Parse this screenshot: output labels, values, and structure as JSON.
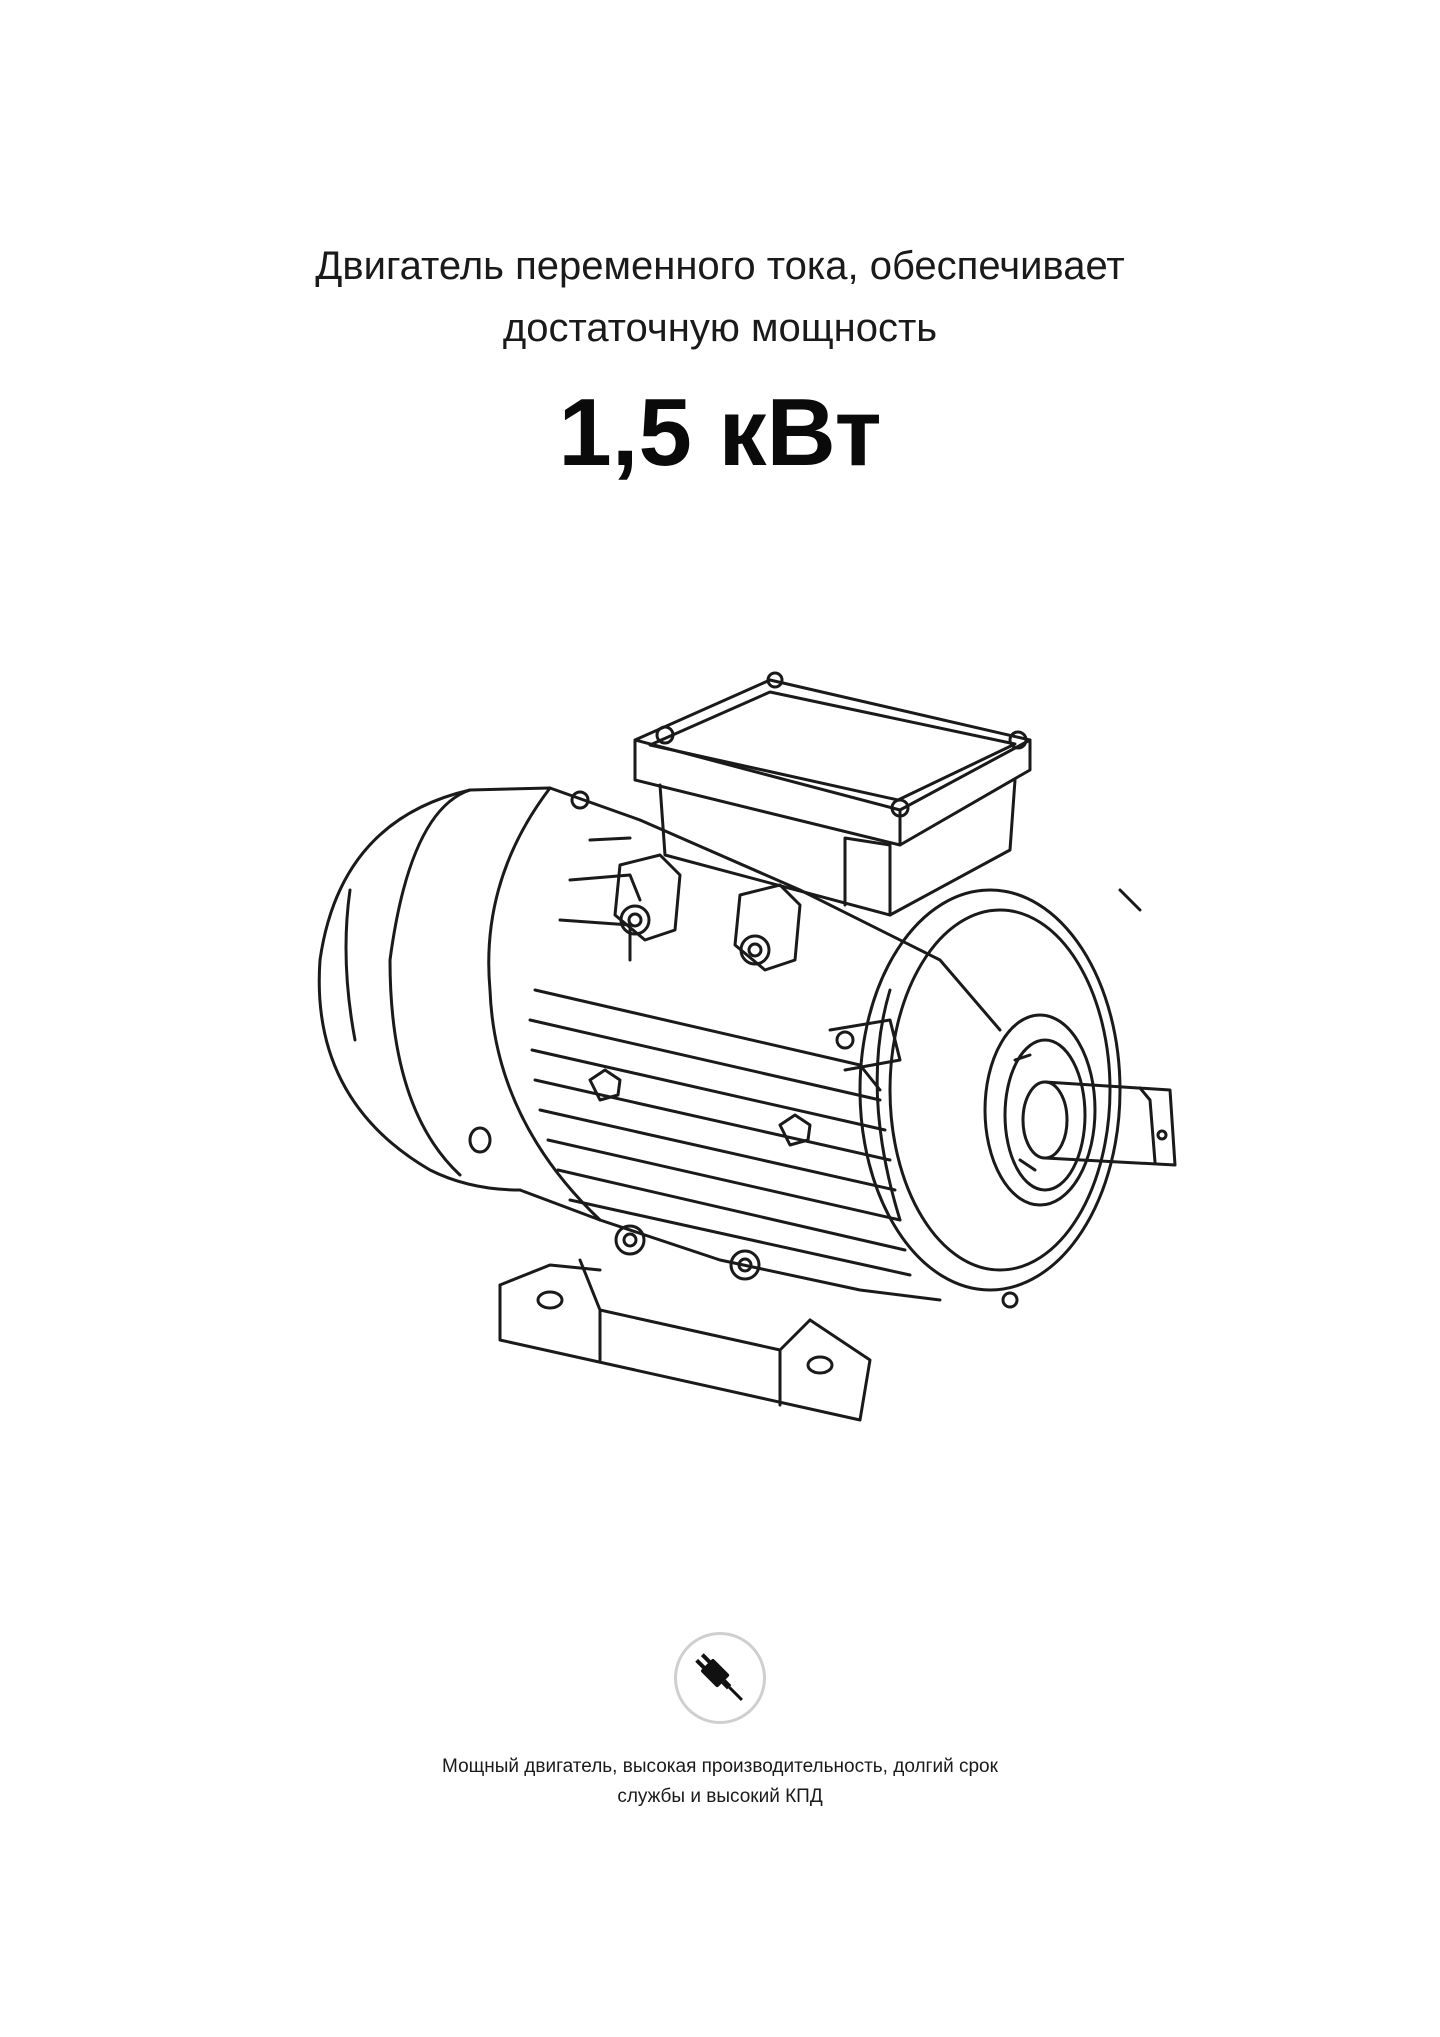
{
  "headline": {
    "line1": "Двигатель переменного тока, обеспечивает",
    "line2": "достаточную мощность"
  },
  "power": {
    "value": "1,5 кВт"
  },
  "illustration": {
    "icon": "electric-motor-icon"
  },
  "badge": {
    "icon": "power-plug-icon"
  },
  "caption": {
    "line1": "Мощный двигатель, высокая производительность, долгий срок",
    "line2": "службы и высокий КПД"
  },
  "colors": {
    "text": "#111111",
    "line_art": "#1a1a1a",
    "badge_border": "#cfcfcf",
    "background": "#ffffff"
  }
}
